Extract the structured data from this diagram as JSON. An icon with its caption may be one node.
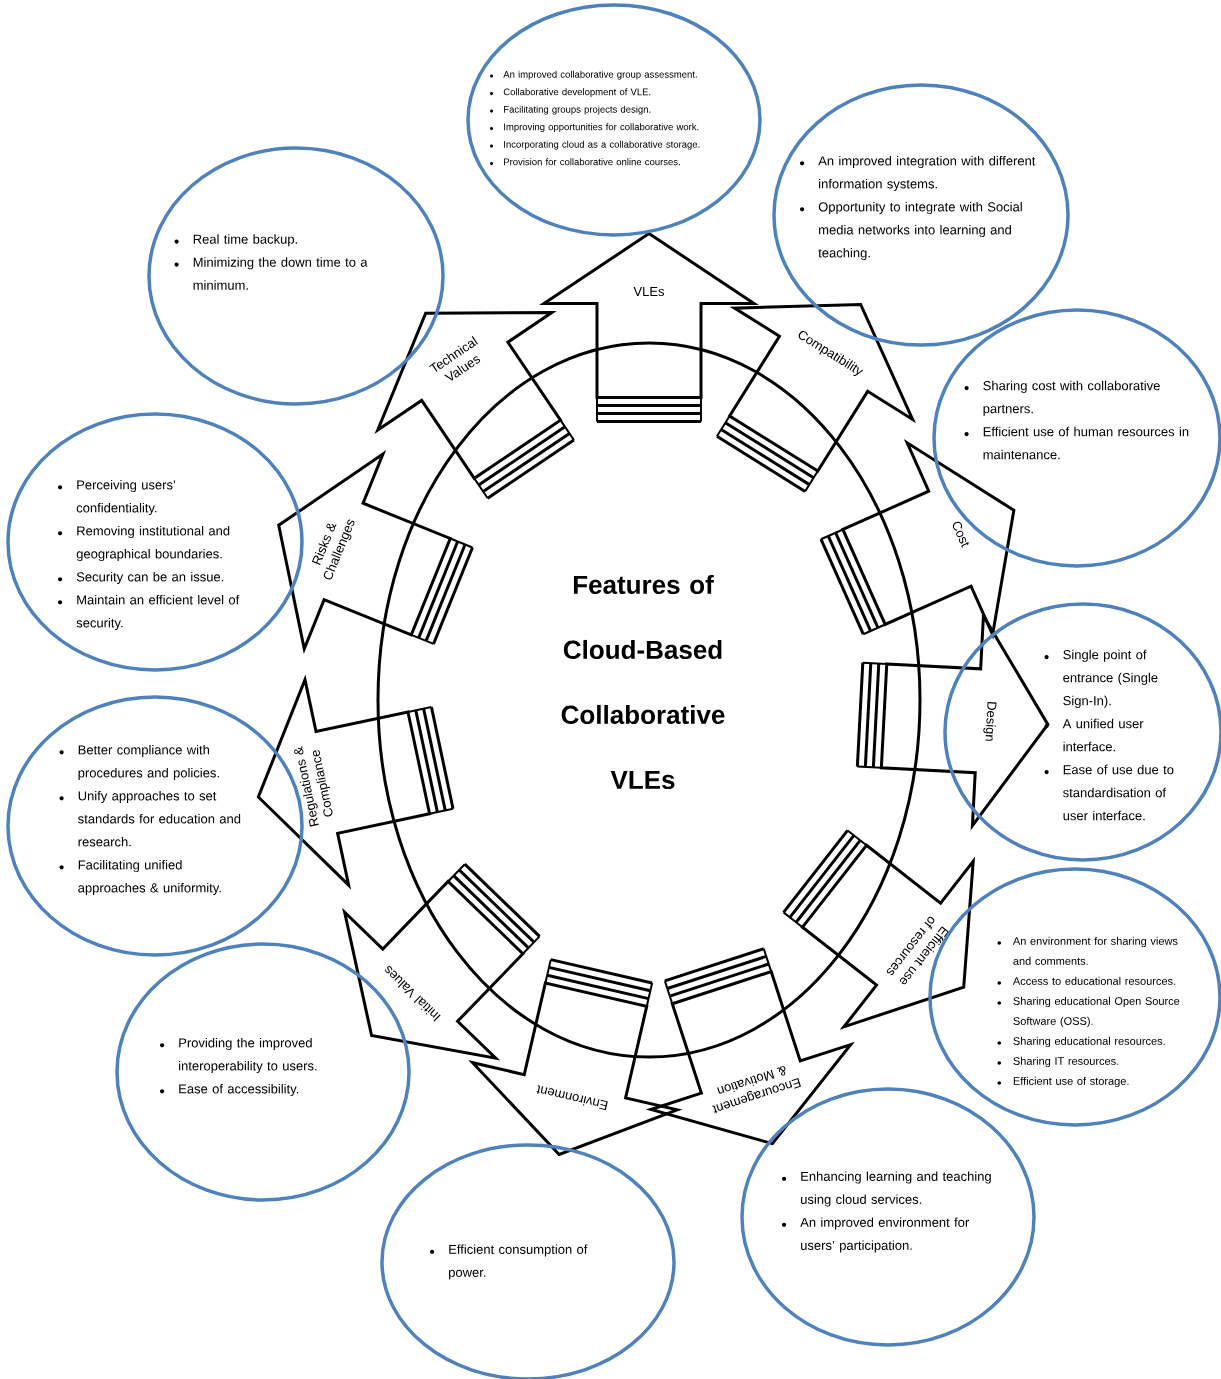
{
  "diagram": {
    "nodes": [
      {
        "text": [
          "Features of Cloud-Based Collaborative VLEs"
        ]
      },
      {
        "text": [
          "VLEs"
        ]
      },
      {
        "text": [
          "An improved collaborative group assessment.",
          "Collaborative development of VLE.",
          "Facilitating groups projects design.",
          "Improving opportunities for collaborative work.",
          "Incorporating cloud as a collaborative storage.",
          "Provision for collaborative online courses."
        ]
      },
      {
        "text": [
          "Compatibility"
        ]
      },
      {
        "text": [
          "An improved integration with different information systems.",
          "Opportunity to integrate with Social media networks into learning and teaching."
        ]
      },
      {
        "text": [
          "Cost"
        ]
      },
      {
        "text": [
          "Sharing cost with collaborative partners.",
          "Efficient use of human resources in maintenance."
        ]
      },
      {
        "text": [
          "Design"
        ]
      },
      {
        "text": [
          "Single point of entrance (Single Sign-In).",
          "A unified user interface.",
          "Ease of use due to standardisation of user interface."
        ]
      },
      {
        "text": [
          "Efficient use of resources"
        ]
      },
      {
        "text": [
          "An environment for sharing views and comments.",
          "Access to educational resources.",
          "Sharing educational Open Source Software (OSS).",
          "Sharing educational resources.",
          "Sharing IT resources.",
          "Efficient use of storage."
        ]
      },
      {
        "text": [
          "Encouragement & Motivation"
        ]
      },
      {
        "text": [
          "Enhancing learning and teaching using cloud services.",
          "An improved environment for users’ participation."
        ]
      },
      {
        "text": [
          "Environment"
        ]
      },
      {
        "text": [
          "Efficient consumption of power."
        ]
      },
      {
        "text": [
          "Initial Values"
        ]
      },
      {
        "text": [
          "Providing the improved interoperability to users.",
          "Ease of accessibility."
        ]
      },
      {
        "text": [
          "Regulations & Compliance"
        ]
      },
      {
        "text": [
          "Better compliance with procedures and policies.",
          "Unify approaches to set standards for education and research.",
          "Facilitating unified approaches & uniformity."
        ]
      },
      {
        "text": [
          "Risks & Challenges"
        ]
      },
      {
        "text": [
          "Perceiving users’ confidentiality.",
          "Removing institutional and geographical boundaries.",
          "Security can be an issue.",
          "Maintain an efficient level of security."
        ]
      },
      {
        "text": [
          "Technical Values"
        ]
      },
      {
        "text": [
          "Real time backup.",
          "Minimizing the down time to a minimum."
        ]
      }
    ]
  }
}
